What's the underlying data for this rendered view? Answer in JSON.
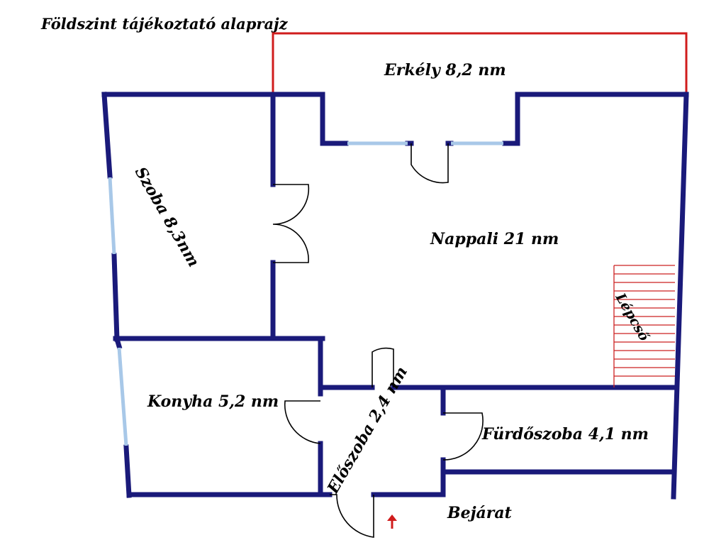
{
  "title": "Földszint tájékoztató alaprajz",
  "rooms": {
    "balcony": "Erkély 8,2 nm",
    "room": "Szoba 8,3nm",
    "living": "Nappali 21 nm",
    "stairs": "Lépcső",
    "kitchen": "Konyha 5,2 nm",
    "hall": "Előszoba 2,4 nm",
    "bathroom": "Fürdőszoba 4,1 nm",
    "entrance": "Bejárat"
  },
  "colors": {
    "walls": "#1a1a7a",
    "balcony_outline": "#d01c1c",
    "windows": "#a8c8e8",
    "stairs": "#cc2222",
    "entrance_arrow": "#d01c1c"
  }
}
